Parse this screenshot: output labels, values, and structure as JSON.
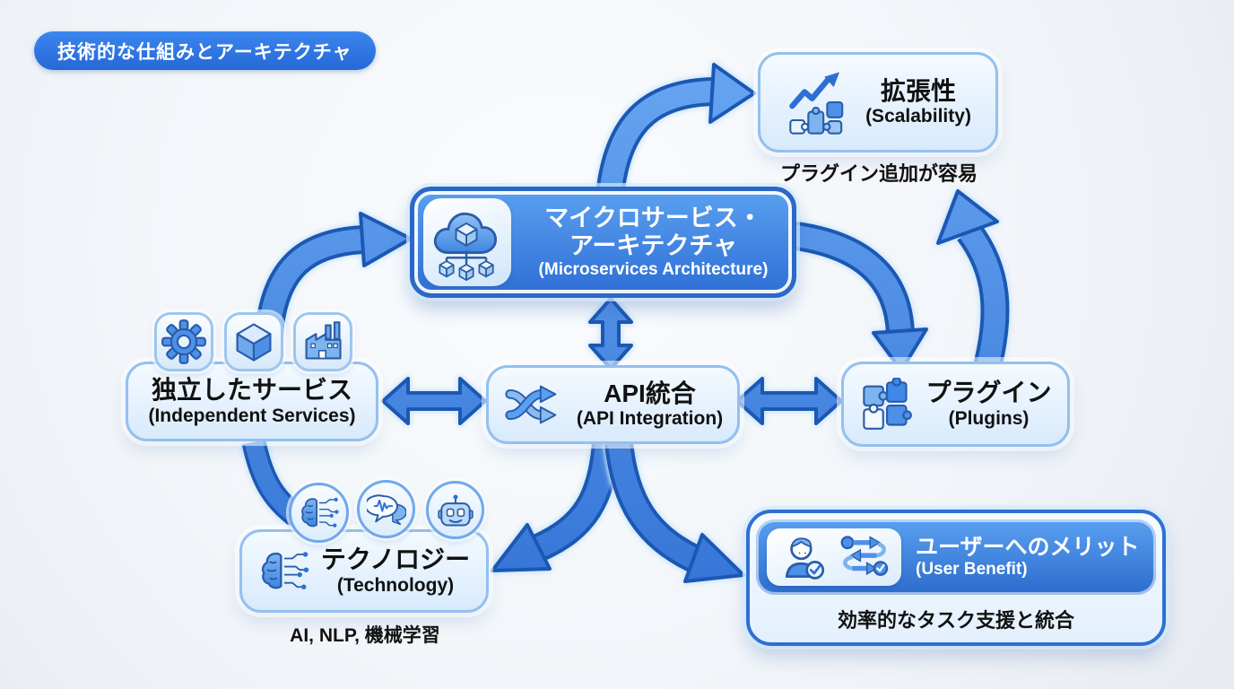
{
  "title_badge": {
    "label": "技術的な仕組みとアーキテクチャ"
  },
  "nodes": {
    "scalability": {
      "title": "拡張性",
      "subtitle": "(Scalability)",
      "caption": "プラグイン追加が容易",
      "icon": "growth-chart-puzzle-icon"
    },
    "microservices": {
      "title_line1": "マイクロサービス・",
      "title_line2": "アーキテクチャ",
      "subtitle": "(Microservices Architecture)",
      "icon": "cloud-cubes-icon"
    },
    "independent_services": {
      "title": "独立したサービス",
      "subtitle": "(Independent Services)",
      "icons": [
        "gear-icon",
        "cube-icon",
        "factory-icon"
      ]
    },
    "api_integration": {
      "title": "API統合",
      "subtitle": "(API Integration)",
      "icon": "shuffle-arrows-icon"
    },
    "plugins": {
      "title": "プラグイン",
      "subtitle": "(Plugins)",
      "icon": "puzzle-pieces-icon"
    },
    "technology": {
      "title": "テクノロジー",
      "subtitle": "(Technology)",
      "caption": "AI, NLP, 機械学習",
      "icons": [
        "brain-circuit-icon",
        "speech-wave-icon",
        "robot-icon"
      ]
    },
    "user_benefit": {
      "title": "ユーザーへのメリット",
      "subtitle": "(User Benefit)",
      "caption": "効率的なタスク支援と統合",
      "icons": [
        "person-check-icon",
        "workflow-check-icon"
      ]
    }
  },
  "connections": [
    "independent_services -> microservices",
    "microservices -> scalability",
    "microservices -> plugins",
    "plugins -> scalability",
    "microservices <-> api_integration",
    "independent_services <-> api_integration",
    "api_integration <-> plugins",
    "api_integration -> technology",
    "api_integration -> user_benefit",
    "independent_services -> technology"
  ],
  "colors": {
    "accent_blue": "#2e78e0",
    "deep_blue": "#1c57b4",
    "arrow_fill": "#418ae9",
    "light_box_bg": "#e3f0fc",
    "box_border": "#93c0ef",
    "text_dark": "#111111",
    "text_light": "#ffffff"
  }
}
